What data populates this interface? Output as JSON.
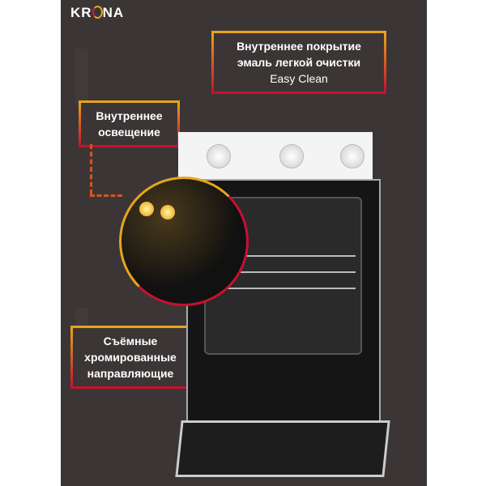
{
  "brand": {
    "logo_left": "KR",
    "logo_right": "NA"
  },
  "callouts": {
    "coating": {
      "line1": "Внутреннее покрытие",
      "line2": "эмаль легкой очистки",
      "line3": "Easy Clean"
    },
    "lighting": {
      "line1": "Внутреннее",
      "line2": "освещение"
    },
    "guides": {
      "line1": "Съёмные",
      "line2": "хромированные",
      "line3": "направляющие"
    }
  },
  "colors": {
    "background": "#3b3635",
    "accent_top": "#e8a41c",
    "accent_bottom": "#c8102e"
  }
}
